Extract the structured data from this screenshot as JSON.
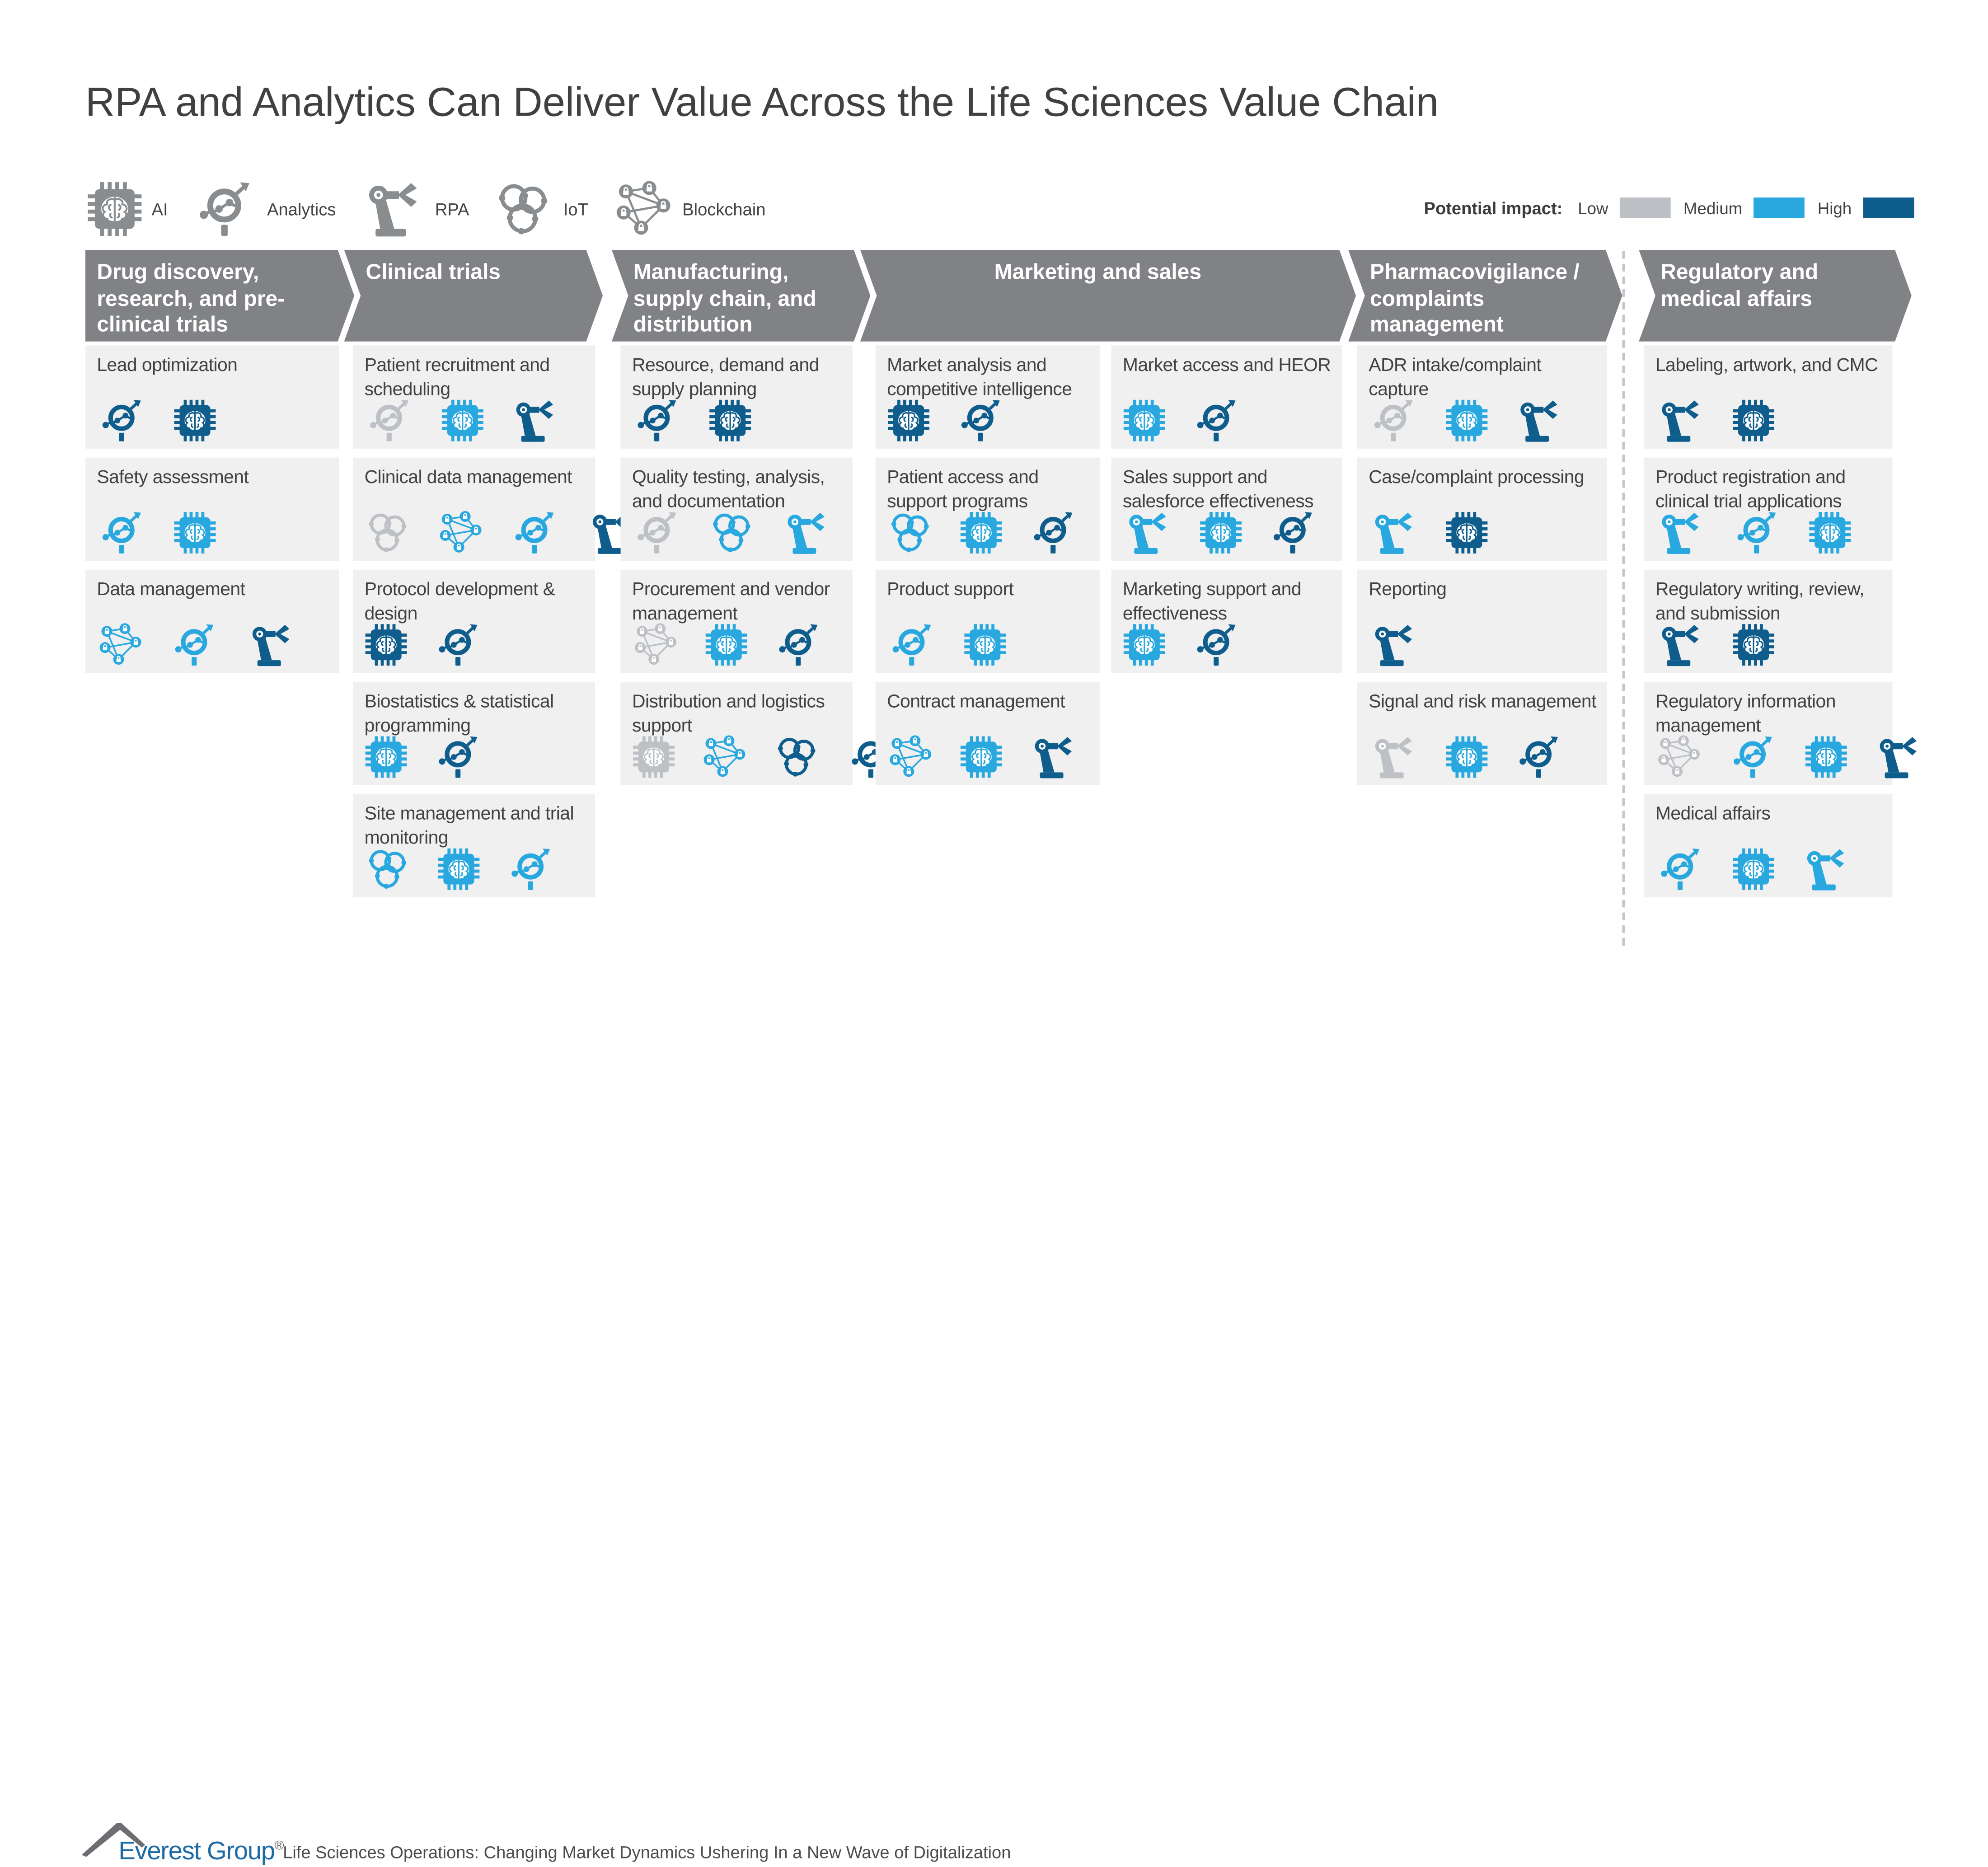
{
  "title": "RPA and Analytics Can Deliver Value Across the Life Sciences Value Chain",
  "tech_legend": {
    "items": [
      {
        "icon": "ai",
        "label": "AI"
      },
      {
        "icon": "analytics",
        "label": "Analytics"
      },
      {
        "icon": "rpa",
        "label": "RPA"
      },
      {
        "icon": "iot",
        "label": "IoT"
      },
      {
        "icon": "blockchain",
        "label": "Blockchain"
      }
    ]
  },
  "impact_legend": {
    "label": "Potential impact:",
    "levels": [
      {
        "id": "low",
        "label": "Low",
        "color": "#bdc1c5"
      },
      {
        "id": "medium",
        "label": "Medium",
        "color": "#29a8e0"
      },
      {
        "id": "high",
        "label": "High",
        "color": "#0e5d8c"
      }
    ]
  },
  "sections": [
    {
      "header": "Drug discovery, research, and pre-clinical trials",
      "columns": [
        [
          {
            "title": "Lead optimization",
            "icons": [
              {
                "type": "analytics",
                "impact": "high"
              },
              {
                "type": "ai",
                "impact": "high"
              }
            ]
          },
          {
            "title": "Safety assessment",
            "icons": [
              {
                "type": "analytics",
                "impact": "medium"
              },
              {
                "type": "ai",
                "impact": "medium"
              }
            ]
          },
          {
            "title": "Data management",
            "icons": [
              {
                "type": "blockchain",
                "impact": "medium"
              },
              {
                "type": "analytics",
                "impact": "medium"
              },
              {
                "type": "rpa",
                "impact": "high"
              }
            ]
          }
        ]
      ]
    },
    {
      "header": "Clinical trials",
      "columns": [
        [
          {
            "title": "Patient recruitment and scheduling",
            "icons": [
              {
                "type": "analytics",
                "impact": "low"
              },
              {
                "type": "ai",
                "impact": "medium"
              },
              {
                "type": "rpa",
                "impact": "high"
              }
            ]
          },
          {
            "title": "Clinical data management",
            "icons": [
              {
                "type": "iot",
                "impact": "low"
              },
              {
                "type": "blockchain",
                "impact": "medium"
              },
              {
                "type": "analytics",
                "impact": "medium"
              },
              {
                "type": "rpa",
                "impact": "high"
              }
            ]
          },
          {
            "title": "Protocol development & design",
            "icons": [
              {
                "type": "ai",
                "impact": "high"
              },
              {
                "type": "analytics",
                "impact": "high"
              }
            ]
          },
          {
            "title": "Biostatistics & statistical programming",
            "icons": [
              {
                "type": "ai",
                "impact": "medium"
              },
              {
                "type": "analytics",
                "impact": "high"
              }
            ]
          },
          {
            "title": "Site management and trial monitoring",
            "icons": [
              {
                "type": "iot",
                "impact": "medium"
              },
              {
                "type": "ai",
                "impact": "medium"
              },
              {
                "type": "analytics",
                "impact": "medium"
              }
            ]
          }
        ]
      ]
    },
    {
      "header": "Manufacturing, supply chain, and distribution",
      "columns": [
        [
          {
            "title": "Resource, demand and supply planning",
            "icons": [
              {
                "type": "analytics",
                "impact": "high"
              },
              {
                "type": "ai",
                "impact": "high"
              }
            ]
          },
          {
            "title": "Quality testing, analysis, and documentation",
            "icons": [
              {
                "type": "analytics",
                "impact": "low"
              },
              {
                "type": "iot",
                "impact": "medium"
              },
              {
                "type": "rpa",
                "impact": "medium"
              }
            ]
          },
          {
            "title": "Procurement and vendor management",
            "icons": [
              {
                "type": "blockchain",
                "impact": "low"
              },
              {
                "type": "ai",
                "impact": "medium"
              },
              {
                "type": "analytics",
                "impact": "high"
              }
            ]
          },
          {
            "title": "Distribution and logistics support",
            "icons": [
              {
                "type": "ai",
                "impact": "low"
              },
              {
                "type": "blockchain",
                "impact": "medium"
              },
              {
                "type": "iot",
                "impact": "high"
              },
              {
                "type": "analytics",
                "impact": "high"
              }
            ]
          }
        ]
      ]
    },
    {
      "header": "Marketing and sales",
      "columns": [
        [
          {
            "title": "Market analysis and competitive intelligence",
            "icons": [
              {
                "type": "ai",
                "impact": "high"
              },
              {
                "type": "analytics",
                "impact": "high"
              }
            ]
          },
          {
            "title": "Patient access and support programs",
            "icons": [
              {
                "type": "iot",
                "impact": "medium"
              },
              {
                "type": "ai",
                "impact": "medium"
              },
              {
                "type": "analytics",
                "impact": "high"
              }
            ]
          },
          {
            "title": "Product support",
            "icons": [
              {
                "type": "analytics",
                "impact": "medium"
              },
              {
                "type": "ai",
                "impact": "medium"
              }
            ]
          },
          {
            "title": "Contract management",
            "icons": [
              {
                "type": "blockchain",
                "impact": "medium"
              },
              {
                "type": "ai",
                "impact": "medium"
              },
              {
                "type": "rpa",
                "impact": "high"
              }
            ]
          }
        ],
        [
          {
            "title": "Market access and HEOR",
            "icons": [
              {
                "type": "ai",
                "impact": "medium"
              },
              {
                "type": "analytics",
                "impact": "high"
              }
            ]
          },
          {
            "title": "Sales support and salesforce effectiveness",
            "icons": [
              {
                "type": "rpa",
                "impact": "medium"
              },
              {
                "type": "ai",
                "impact": "medium"
              },
              {
                "type": "analytics",
                "impact": "high"
              }
            ]
          },
          {
            "title": "Marketing support and effectiveness",
            "icons": [
              {
                "type": "ai",
                "impact": "medium"
              },
              {
                "type": "analytics",
                "impact": "high"
              }
            ]
          }
        ]
      ]
    },
    {
      "header": "Pharmacovigilance / complaints management",
      "columns": [
        [
          {
            "title": "ADR intake/complaint capture",
            "icons": [
              {
                "type": "analytics",
                "impact": "low"
              },
              {
                "type": "ai",
                "impact": "medium"
              },
              {
                "type": "rpa",
                "impact": "high"
              }
            ]
          },
          {
            "title": "Case/complaint processing",
            "icons": [
              {
                "type": "rpa",
                "impact": "medium"
              },
              {
                "type": "ai",
                "impact": "high"
              }
            ]
          },
          {
            "title": "Reporting",
            "icons": [
              {
                "type": "rpa",
                "impact": "high"
              }
            ]
          },
          {
            "title": "Signal and risk management",
            "icons": [
              {
                "type": "rpa",
                "impact": "low"
              },
              {
                "type": "ai",
                "impact": "medium"
              },
              {
                "type": "analytics",
                "impact": "high"
              }
            ]
          }
        ]
      ]
    },
    {
      "header": "Regulatory and medical affairs",
      "columns": [
        [
          {
            "title": "Labeling, artwork, and CMC",
            "icons": [
              {
                "type": "rpa",
                "impact": "high"
              },
              {
                "type": "ai",
                "impact": "high"
              }
            ]
          },
          {
            "title": "Product registration and clinical trial applications",
            "icons": [
              {
                "type": "rpa",
                "impact": "medium"
              },
              {
                "type": "analytics",
                "impact": "medium"
              },
              {
                "type": "ai",
                "impact": "medium"
              }
            ]
          },
          {
            "title": "Regulatory writing, review, and submission",
            "icons": [
              {
                "type": "rpa",
                "impact": "high"
              },
              {
                "type": "ai",
                "impact": "high"
              }
            ]
          },
          {
            "title": "Regulatory information management",
            "icons": [
              {
                "type": "blockchain",
                "impact": "low"
              },
              {
                "type": "analytics",
                "impact": "medium"
              },
              {
                "type": "ai",
                "impact": "medium"
              },
              {
                "type": "rpa",
                "impact": "high"
              }
            ]
          },
          {
            "title": "Medical affairs",
            "icons": [
              {
                "type": "analytics",
                "impact": "medium"
              },
              {
                "type": "ai",
                "impact": "medium"
              },
              {
                "type": "rpa",
                "impact": "medium"
              }
            ]
          }
        ]
      ]
    }
  ],
  "footer": {
    "logo_text": "Everest Group",
    "registered_mark": "®",
    "source": "Life Sciences Operations: Changing Market Dynamics Ushering In a New Wave of Digitalization"
  },
  "colors": {
    "header_bg": "#808285",
    "card_bg": "#f0f0f1",
    "legend_icon_gray": "#8a8d90",
    "everest_blue": "#1c6ba5"
  }
}
